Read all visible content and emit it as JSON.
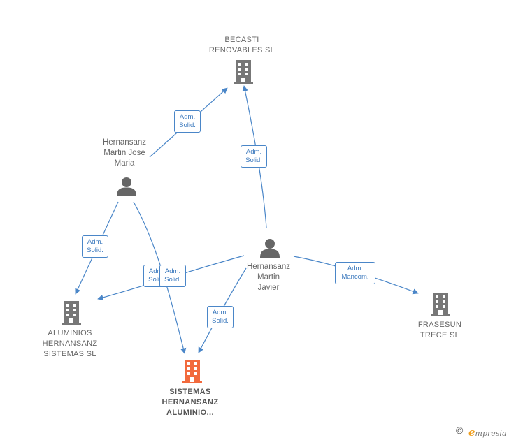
{
  "colors": {
    "edge": "#4a86c8",
    "company_icon": "#777777",
    "main_company_icon": "#f26a3d",
    "person_icon": "#666666"
  },
  "nodes": {
    "becasti": {
      "type": "company",
      "lines": [
        "BECASTI",
        "RENOVABLES SL"
      ]
    },
    "hernansanz_jose": {
      "type": "person",
      "lines": [
        "Hernansanz",
        "Martin Jose",
        "Maria"
      ]
    },
    "hernansanz_javier": {
      "type": "person",
      "lines": [
        "Hernansanz",
        "Martin",
        "Javier"
      ]
    },
    "aluminios": {
      "type": "company",
      "lines": [
        "ALUMINIOS",
        "HERNANSANZ",
        "SISTEMAS SL"
      ]
    },
    "sistemas": {
      "type": "company",
      "main": true,
      "lines": [
        "SISTEMAS",
        "HERNANSANZ",
        "ALUMINIO..."
      ]
    },
    "frasesun": {
      "type": "company",
      "lines": [
        "FRASESUN",
        "TRECE  SL"
      ]
    }
  },
  "edges": [
    {
      "id": "jose-becasti",
      "from": "hernansanz_jose",
      "to": "becasti",
      "label": [
        "Adm.",
        "Solid."
      ]
    },
    {
      "id": "javier-becasti",
      "from": "hernansanz_javier",
      "to": "becasti",
      "label": [
        "Adm.",
        "Solid."
      ]
    },
    {
      "id": "jose-aluminios",
      "from": "hernansanz_jose",
      "to": "aluminios",
      "label": [
        "Adm.",
        "Solid."
      ]
    },
    {
      "id": "jose-sistemas",
      "from": "hernansanz_jose",
      "to": "sistemas",
      "label": [
        "Adm.",
        "Solid."
      ]
    },
    {
      "id": "javier-aluminios",
      "from": "hernansanz_javier",
      "to": "aluminios",
      "label": [
        "Adm.",
        "Solid."
      ]
    },
    {
      "id": "javier-sistemas",
      "from": "hernansanz_javier",
      "to": "sistemas",
      "label": [
        "Adm.",
        "Solid."
      ]
    },
    {
      "id": "javier-frasesun",
      "from": "hernansanz_javier",
      "to": "frasesun",
      "label": [
        "Adm.",
        "Mancom."
      ]
    }
  ],
  "footer": {
    "copyright": "©",
    "brand_initial": "e",
    "brand_rest": "mpresia"
  }
}
